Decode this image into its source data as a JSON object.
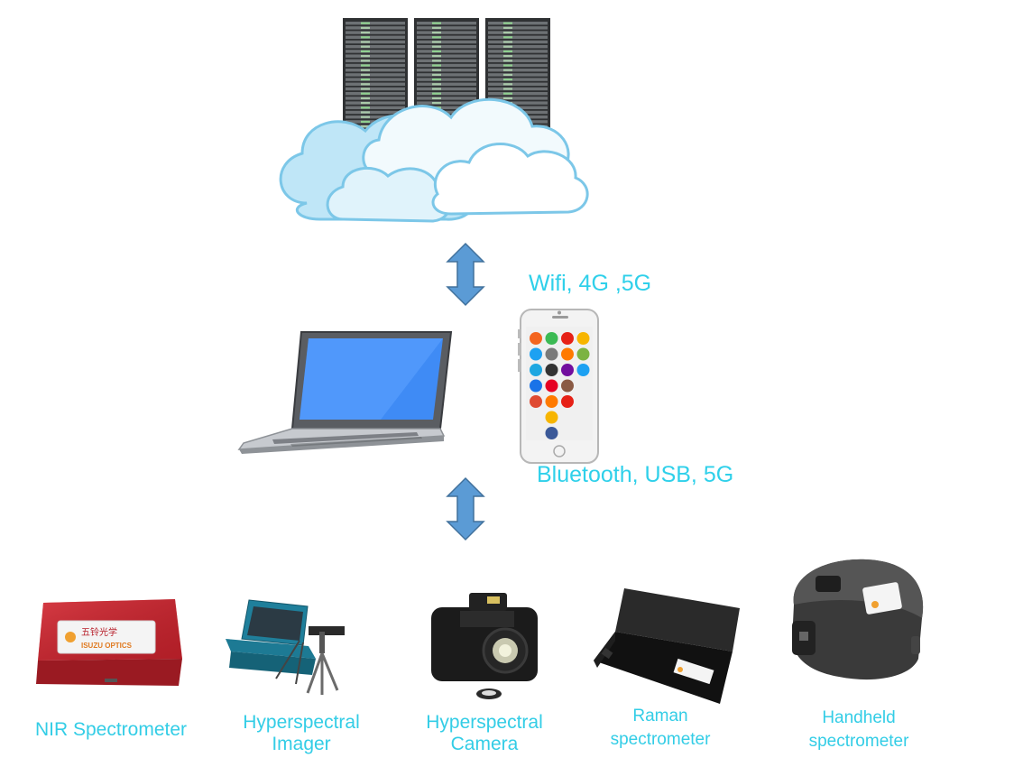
{
  "connections": {
    "upper": "Wifi, 4G ,5G",
    "lower": "Bluetooth, USB, 5G"
  },
  "devices": [
    {
      "label": "NIR Spectrometer"
    },
    {
      "label": "Hyperspectral\nImager"
    },
    {
      "label": "Hyperspectral\nCamera"
    },
    {
      "label": "Raman\nspectrometer"
    },
    {
      "label": "Handheld\nspectrometer"
    }
  ],
  "logo_text": {
    "chinese": "五铃光学",
    "english": "ISUZU OPTICS"
  },
  "colors": {
    "label_text": "#33cde6",
    "arrow_fill": "#5b9bd5",
    "cloud_fill": "#bfe6f7",
    "cloud_stroke": "#7cc7e8",
    "screen_blue": "#3f8bf5",
    "nir_red": "#b8202b"
  },
  "icons": [
    "server-rack-icon",
    "cloud-icon",
    "laptop-icon",
    "smartphone-icon",
    "double-arrow-icon"
  ]
}
